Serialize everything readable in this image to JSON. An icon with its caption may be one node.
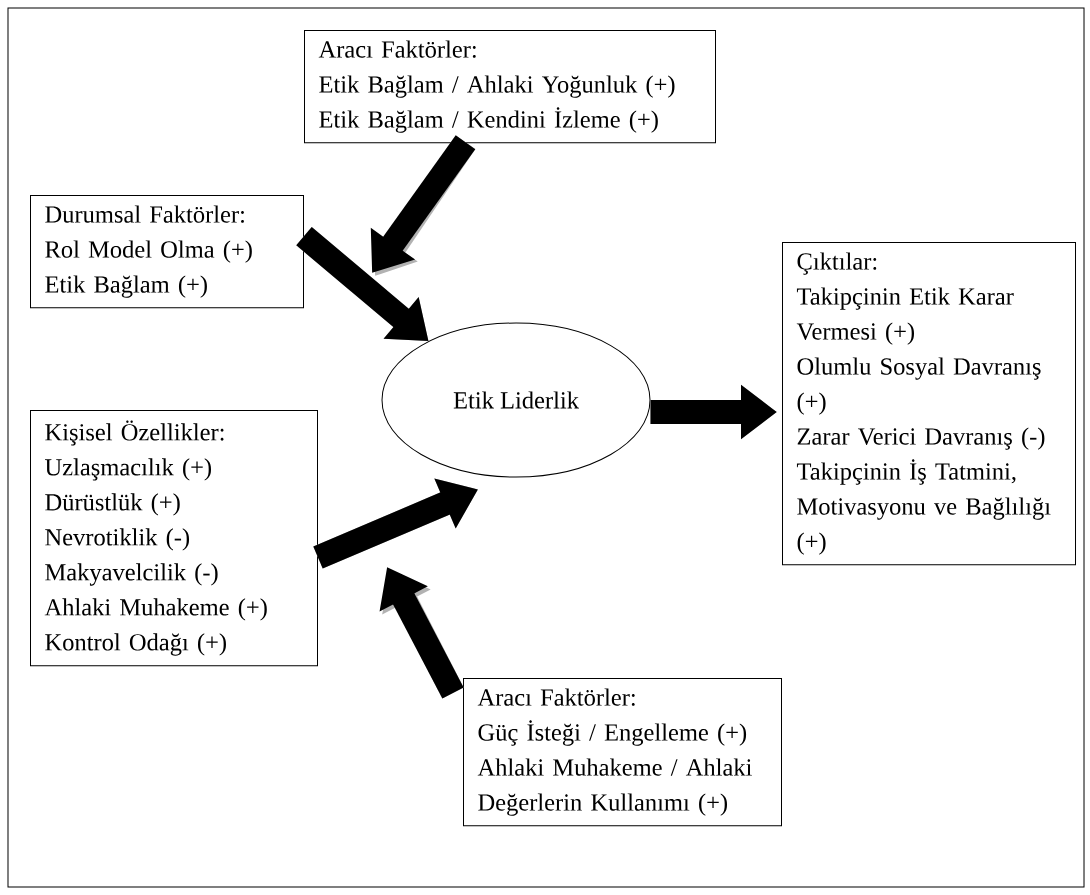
{
  "diagram": {
    "nodes": [
      {
        "text": [
          "Aracı Faktörler:",
          "Etik Bağlam / Ahlaki Yoğunluk (+)",
          "Etik Bağlam / Kendini İzleme (+)"
        ]
      },
      {
        "text": [
          "Durumsal Faktörler:",
          "Rol Model Olma (+)",
          "Etik Bağlam (+)"
        ]
      },
      {
        "text": [
          "Etik Liderlik"
        ]
      },
      {
        "text": [
          "Çıktılar:",
          "Takipçinin Etik Karar Vermesi (+)",
          "Olumlu Sosyal Davranış (+)",
          "Zarar Verici Davranış (-)",
          "Takipçinin İş Tatmini, Motivasyonu ve Bağlılığı (+)"
        ]
      },
      {
        "text": [
          "Kişisel Özellikler:",
          "Uzlaşmacılık (+)",
          "Dürüstlük (+)",
          "Nevrotiklik (-)",
          "Makyavelcilik (-)",
          "Ahlaki Muhakeme (+)",
          "Kontrol Odağı (+)"
        ]
      },
      {
        "text": [
          "Aracı Faktörler:",
          "Güç İsteği / Engelleme (+)",
          "Ahlaki Muhakeme / Ahlaki Değerlerin Kullanımı (+)"
        ]
      }
    ],
    "edges": [
      {
        "from": 0,
        "to": null,
        "arrow": "to"
      },
      {
        "from": 1,
        "to": 2,
        "arrow": "to"
      },
      {
        "from": 4,
        "to": 2,
        "arrow": "to"
      },
      {
        "from": 5,
        "to": null,
        "arrow": "to"
      },
      {
        "from": 2,
        "to": 3,
        "arrow": "to"
      }
    ]
  }
}
